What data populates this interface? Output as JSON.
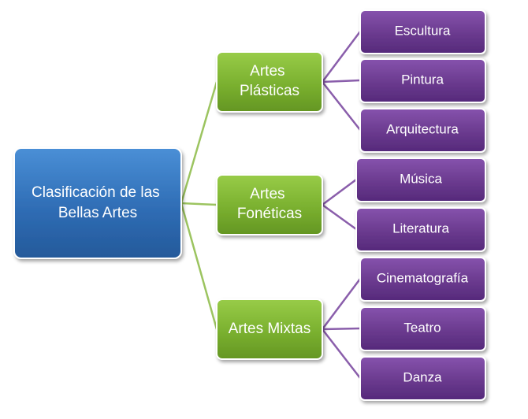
{
  "colors": {
    "root": "#2f6db5",
    "category": "#7ab02f",
    "leaf": "#6a3a8e",
    "connector_green": "#9cc460",
    "connector_purple": "#8a5eab"
  },
  "root": {
    "lines": [
      "Clasificación de las",
      "Bellas Artes"
    ]
  },
  "categories": [
    {
      "lines": [
        "Artes",
        "Plásticas"
      ],
      "children": [
        "Escultura",
        "Pintura",
        "Arquitectura"
      ]
    },
    {
      "lines": [
        "Artes",
        "Fonéticas"
      ],
      "children": [
        "Música",
        "Literatura"
      ]
    },
    {
      "lines": [
        "Artes Mixtas"
      ],
      "children": [
        "Cinematografía",
        "Teatro",
        "Danza"
      ]
    }
  ]
}
